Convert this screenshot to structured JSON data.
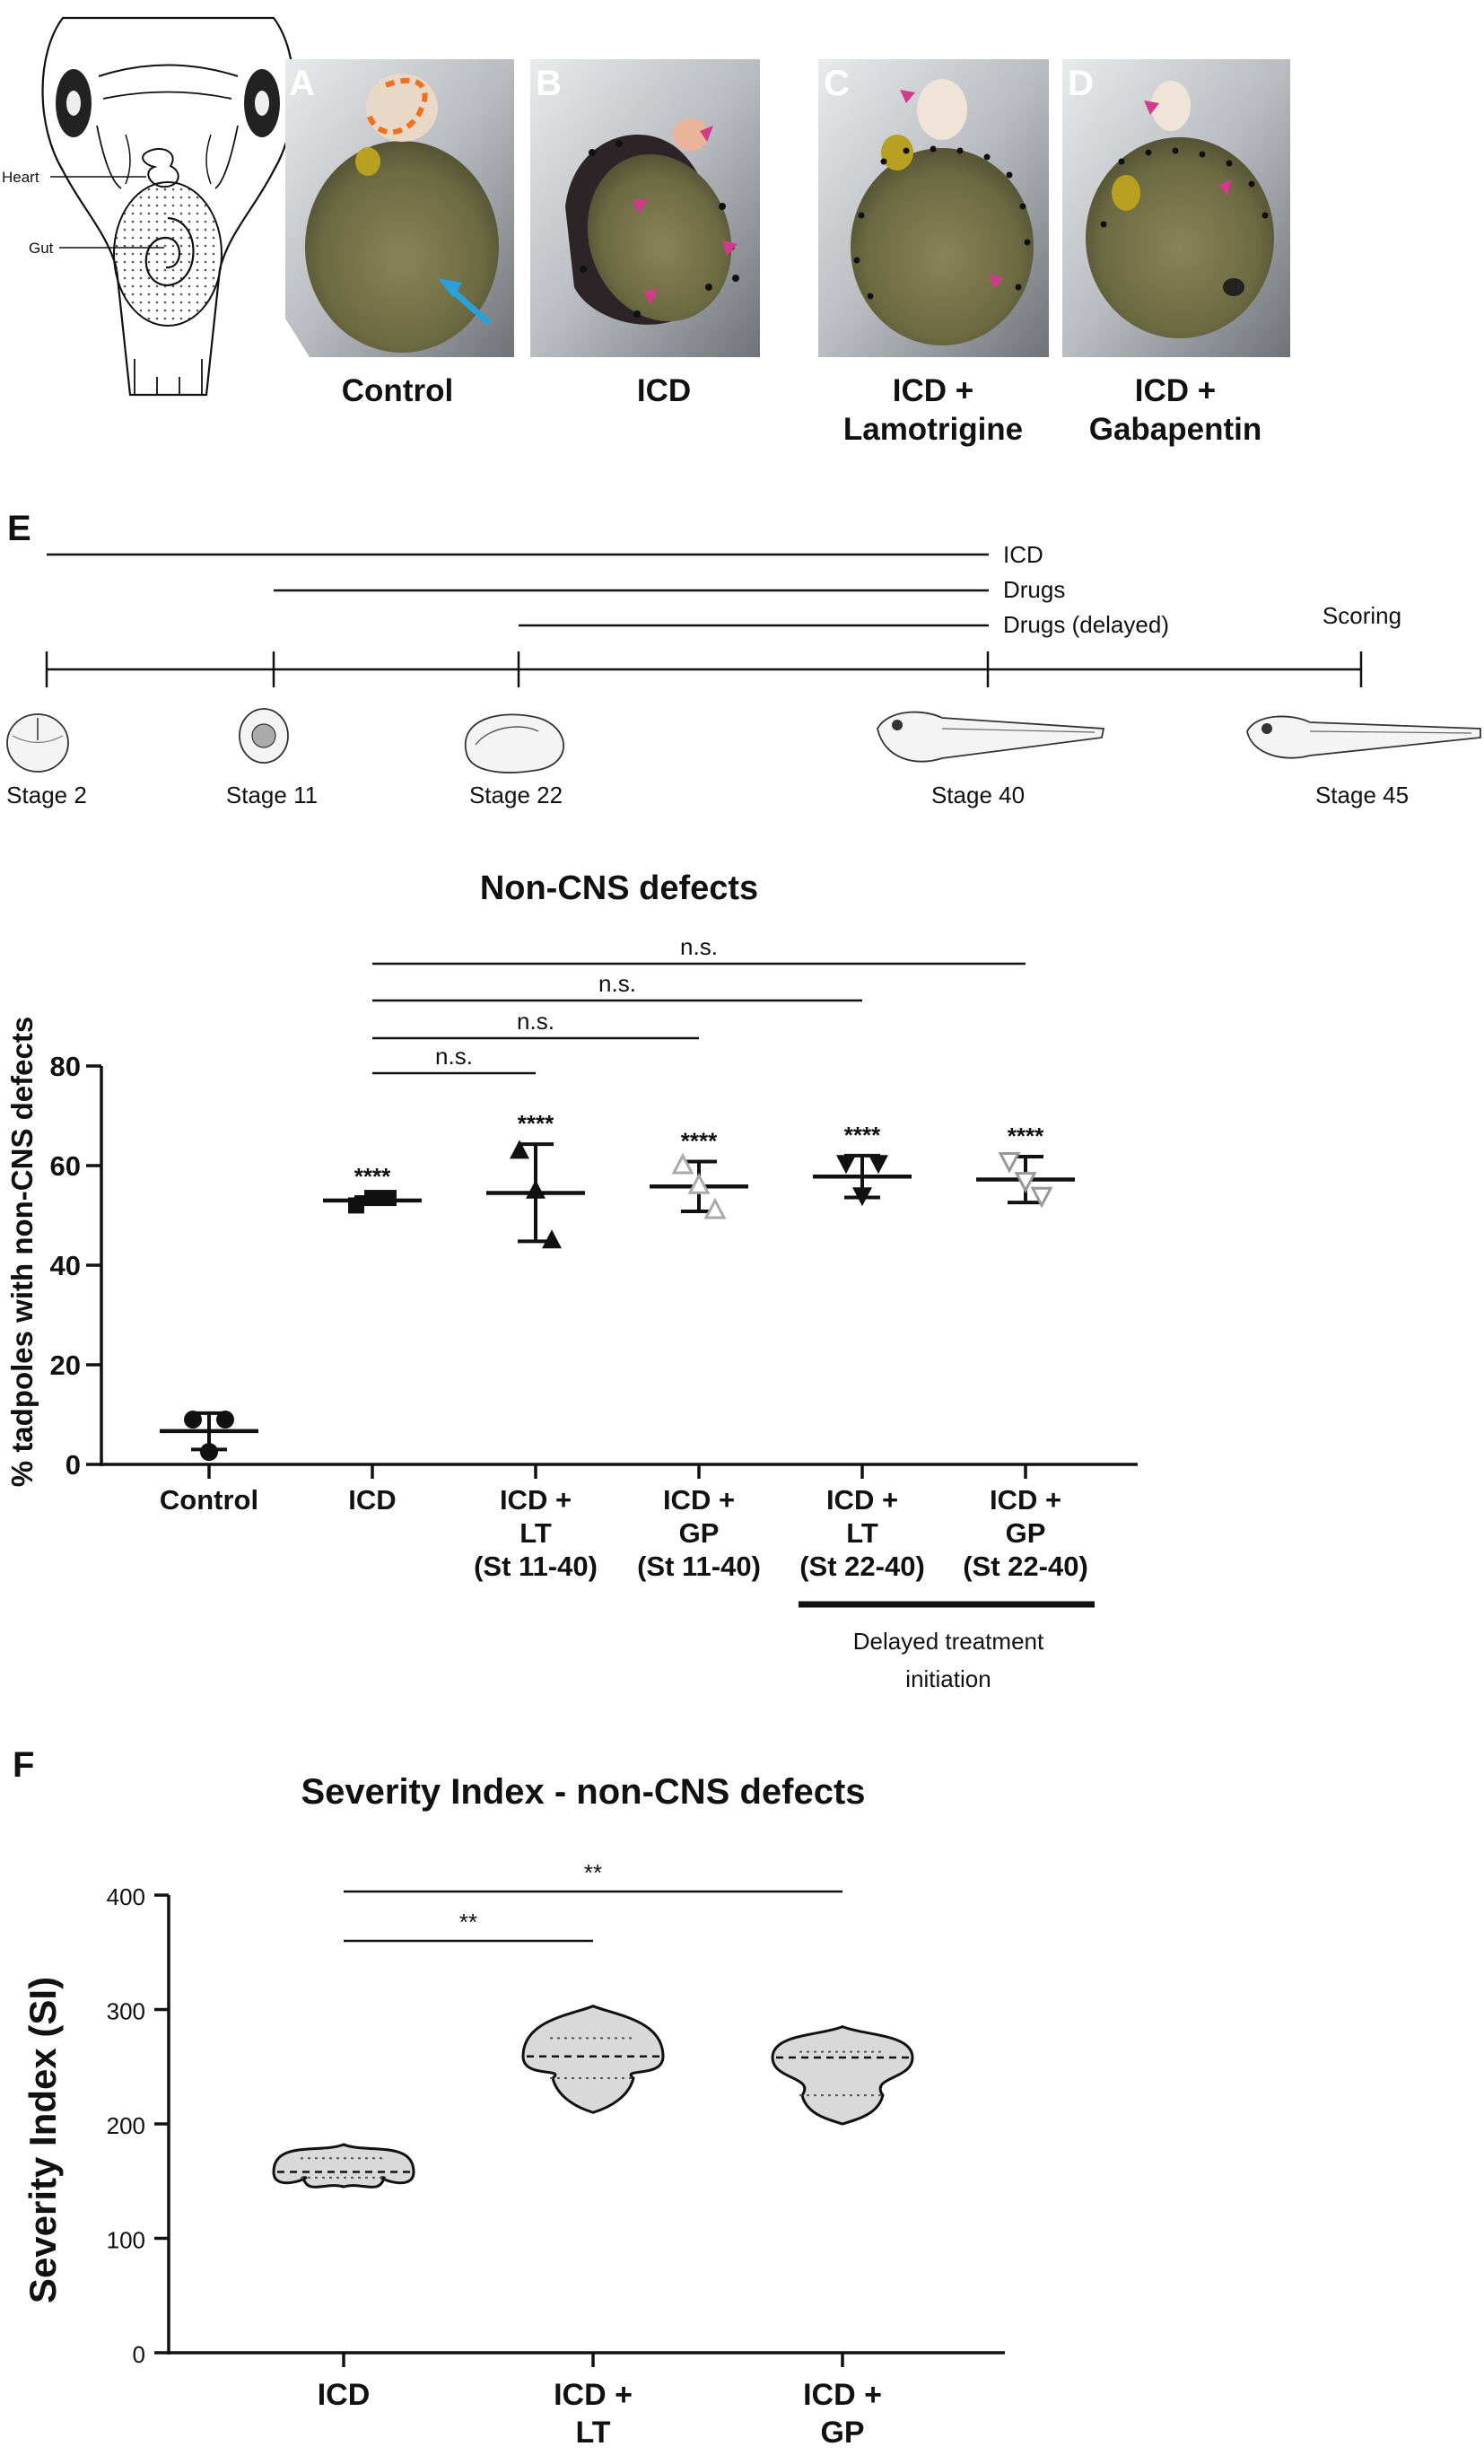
{
  "panels": {
    "a": "A",
    "b": "B",
    "c": "C",
    "d": "D",
    "e": "E",
    "f": "F"
  },
  "diagram_labels": {
    "heart": "Heart",
    "gut": "Gut"
  },
  "photo_captions": [
    {
      "line1": "Control",
      "line2": ""
    },
    {
      "line1": "ICD",
      "line2": ""
    },
    {
      "line1": "ICD +",
      "line2": "Lamotrigine"
    },
    {
      "line1": "ICD +",
      "line2": "Gabapentin"
    }
  ],
  "colors": {
    "arrowhead_magenta": "#d43a8c",
    "arrow_blue": "#2a9fd8",
    "outline_orange": "#f07020"
  },
  "timeline": {
    "bars": [
      "ICD",
      "Drugs",
      "Drugs (delayed)"
    ],
    "scoring": "Scoring",
    "stages": [
      "Stage 2",
      "Stage 11",
      "Stage 22",
      "Stage 40",
      "Stage 45"
    ]
  },
  "chart_data": [
    {
      "type": "scatter",
      "title": "Non-CNS defects",
      "ylabel": "% tadpoles with non-CNS defects",
      "ylim": [
        0,
        80
      ],
      "yticks": [
        "0",
        "20",
        "40",
        "60",
        "80"
      ],
      "categories": [
        [
          "Control"
        ],
        [
          "ICD"
        ],
        [
          "ICD +",
          "LT",
          "(St 11-40)"
        ],
        [
          "ICD +",
          "GP",
          "(St 11-40)"
        ],
        [
          "ICD +",
          "LT",
          "(St 22-40)"
        ],
        [
          "ICD +",
          "GP",
          "(St 22-40)"
        ]
      ],
      "series": [
        {
          "name": "Control",
          "mean": 6.7,
          "sd_low": 3,
          "sd_high": 10.3,
          "points": [
            9,
            9,
            2.5
          ]
        },
        {
          "name": "ICD",
          "mean": 53,
          "sd_low": 52.3,
          "sd_high": 53.7,
          "points": [
            52,
            53.5,
            53.5
          ]
        },
        {
          "name": "ICD + LT (St 11-40)",
          "mean": 54.5,
          "sd_low": 44.8,
          "sd_high": 64.3,
          "points": [
            63,
            45,
            55
          ]
        },
        {
          "name": "ICD + GP (St 11-40)",
          "mean": 55.8,
          "sd_low": 50.8,
          "sd_high": 60.8,
          "points": [
            60,
            51,
            56
          ]
        },
        {
          "name": "ICD + LT (St 22-40)",
          "mean": 57.8,
          "sd_low": 53.6,
          "sd_high": 62,
          "points": [
            60.5,
            60.5,
            54
          ]
        },
        {
          "name": "ICD + GP (St 22-40)",
          "mean": 57.2,
          "sd_low": 52.6,
          "sd_high": 61.8,
          "points": [
            61,
            54,
            57
          ]
        }
      ],
      "markers": [
        "circle",
        "square",
        "triangle-up",
        "triangle-outline",
        "triangle-down",
        "triangle-down-outline"
      ],
      "significance": [
        "****",
        "****",
        "****",
        "****",
        "****"
      ],
      "comparisons": [
        {
          "from": 1,
          "to": 2,
          "label": "n.s."
        },
        {
          "from": 1,
          "to": 3,
          "label": "n.s."
        },
        {
          "from": 1,
          "to": 4,
          "label": "n.s."
        },
        {
          "from": 1,
          "to": 5,
          "label": "n.s."
        }
      ],
      "bracket_label": [
        "Delayed treatment",
        "initiation"
      ]
    },
    {
      "type": "violin",
      "title": "Severity Index - non-CNS defects",
      "ylabel": "Severity Index (SI)",
      "ylim": [
        0,
        400
      ],
      "yticks": [
        "0",
        "100",
        "200",
        "300",
        "400"
      ],
      "categories": [
        [
          "ICD"
        ],
        [
          "ICD +",
          "LT"
        ],
        [
          "ICD +",
          "GP"
        ]
      ],
      "series": [
        {
          "name": "ICD",
          "min": 145,
          "max": 182,
          "median": 158,
          "q1": 153,
          "q3": 170
        },
        {
          "name": "ICD + LT",
          "min": 210,
          "max": 303,
          "median": 259,
          "q1": 240,
          "q3": 275
        },
        {
          "name": "ICD + GP",
          "min": 200,
          "max": 285,
          "median": 258,
          "q1": 225,
          "q3": 263
        }
      ],
      "comparisons": [
        {
          "from": 0,
          "to": 1,
          "label": "**"
        },
        {
          "from": 0,
          "to": 2,
          "label": "**"
        }
      ]
    }
  ]
}
